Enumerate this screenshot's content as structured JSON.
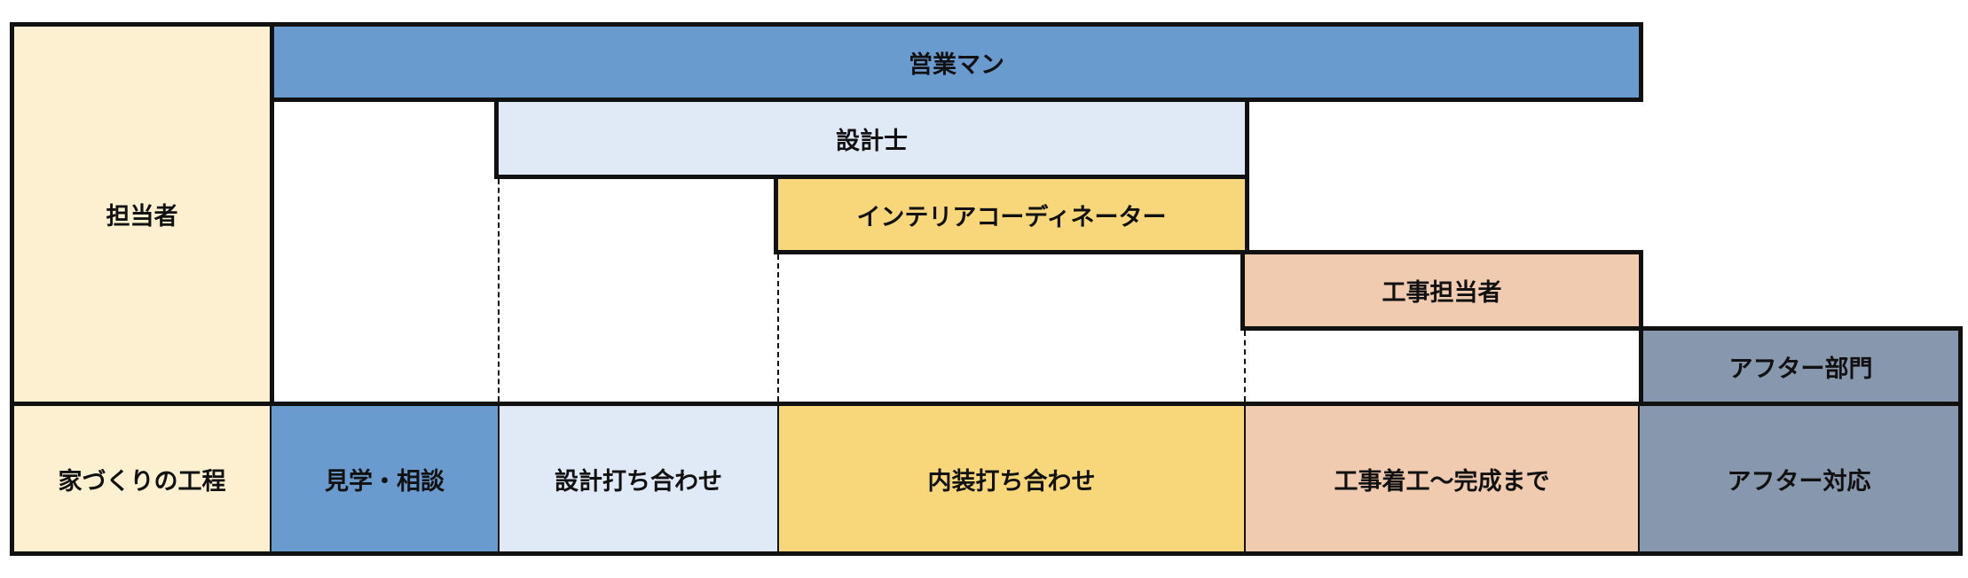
{
  "row_header": "担当者",
  "roles": [
    {
      "label": "営業マン",
      "color": "#6a9bcf"
    },
    {
      "label": "設計士",
      "color": "#dfeaf6"
    },
    {
      "label": "インテリアコーディネーター",
      "color": "#f8d77a"
    },
    {
      "label": "工事担当者",
      "color": "#f0cbb0"
    },
    {
      "label": "アフター部門",
      "color": "#8797ae"
    }
  ],
  "process_header": "家づくりの工程",
  "steps": [
    {
      "label": "見学・相談",
      "color": "#6a9bcf"
    },
    {
      "label": "設計打ち合わせ",
      "color": "#dfeaf6"
    },
    {
      "label": "内装打ち合わせ",
      "color": "#f8d77a"
    },
    {
      "label": "工事着工〜完成まで",
      "color": "#f0cbb0"
    },
    {
      "label": "アフター対応",
      "color": "#8797ae"
    }
  ],
  "header_color": "#fcf0d0"
}
